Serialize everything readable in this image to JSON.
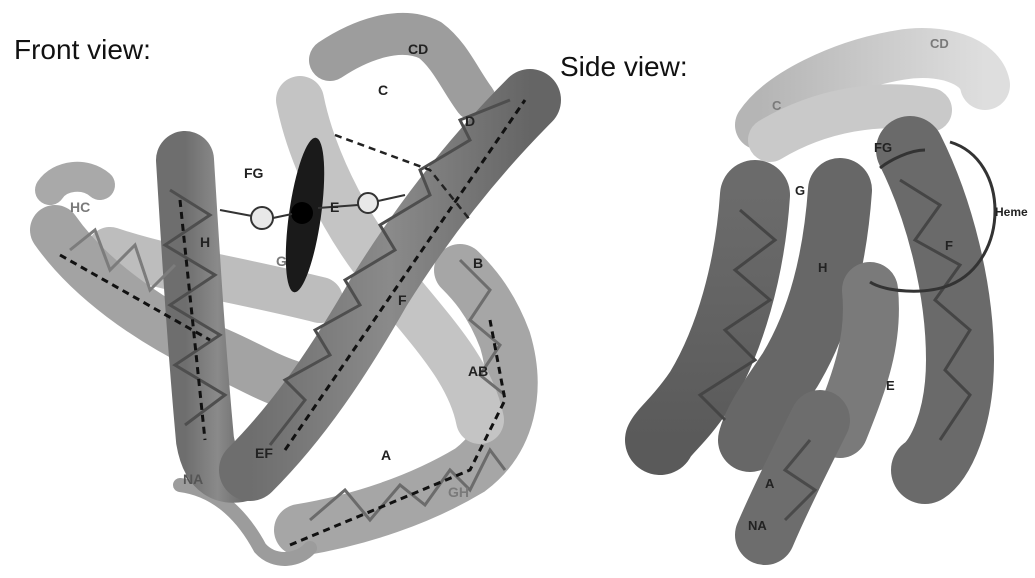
{
  "front_view": {
    "title": "Front view:",
    "labels": {
      "CD": "CD",
      "C": "C",
      "D": "D",
      "E": "E",
      "F": "F",
      "FG": "FG",
      "G": "G",
      "HC": "HC",
      "H": "H",
      "B": "B",
      "AB": "AB",
      "A": "A",
      "EF": "EF",
      "NA": "NA",
      "GH": "GH"
    }
  },
  "side_view": {
    "title": "Side view:",
    "labels": {
      "CD": "CD",
      "C": "C",
      "FG": "FG",
      "G": "G",
      "Heme": "Heme",
      "F": "F",
      "H": "H",
      "E": "E",
      "A": "A",
      "NA": "NA"
    }
  }
}
